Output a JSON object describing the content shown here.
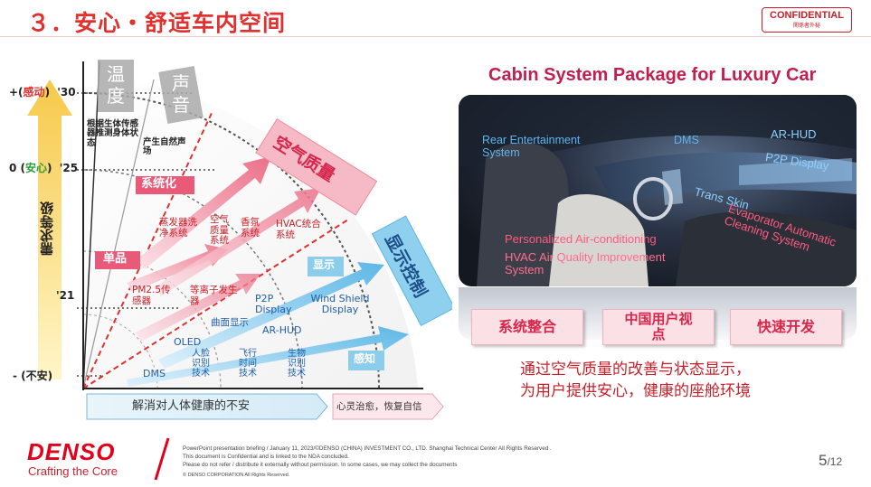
{
  "header": {
    "title": "３．安心・舒适车内空间",
    "confidential_label": "CONFIDENTIAL",
    "confidential_sub": "関係者外秘"
  },
  "diagram": {
    "y_axis": {
      "labels": [
        {
          "prefix": "+(",
          "emph": "感动",
          "suffix": ")",
          "year": "'30"
        },
        {
          "prefix": "0 (",
          "emph": "安心",
          "suffix": ")",
          "year": "'25"
        },
        {
          "prefix": "",
          "emph": "",
          "suffix": "",
          "year": "'21"
        },
        {
          "prefix": "- (不安)",
          "emph": "",
          "suffix": "",
          "year": ""
        }
      ],
      "vertical_text": "需求等级"
    },
    "columns": [
      {
        "head": "温度",
        "desc": "根据生体传感器推测身体状态"
      },
      {
        "head": "声音",
        "desc": "产生自然声场"
      }
    ],
    "air_quality_banner": "空气质量",
    "display_banner": "显示控制",
    "systemize_tag": "系统化",
    "single_tag": "单品",
    "air_items": [
      {
        "text": "蒸发器洗净系统"
      },
      {
        "text": "空气质量系统"
      },
      {
        "text": "香氛系统"
      },
      {
        "text": "HVAC统合系统"
      },
      {
        "text": "PM2.5传感器"
      },
      {
        "text": "等离子发生器"
      }
    ],
    "display_items": [
      {
        "text": "P2P Display"
      },
      {
        "text": "Wind Shield Display"
      },
      {
        "text": "曲面显示"
      },
      {
        "text": "AR-HUD"
      },
      {
        "text": "OLED"
      },
      {
        "text": "DMS"
      },
      {
        "text": "人脸识别技术"
      },
      {
        "text": "飞行时间技术"
      },
      {
        "text": "生物识别技术"
      }
    ],
    "display_tag": "显示",
    "sense_tag": "感知",
    "bottom_arrow1": "解消对人体健康的不安",
    "bottom_arrow2": "心灵治愈，恢复自信"
  },
  "cabin": {
    "title": "Cabin System Package for Luxury Car",
    "labels": {
      "rear": "Rear Entertainment System",
      "dms": "DMS",
      "arhud": "AR-HUD",
      "p2p": "P2P Display",
      "trans": "Trans Skin",
      "evap": "Evaporator Automatic Cleaning System",
      "personal": "Personalized Air-conditioning",
      "hvac": "HVAC Air Quality Improvement System"
    },
    "keys": [
      "系统整合",
      "中国用户视点",
      "快速开发"
    ],
    "conclusion_line1": "通过空气质量的改善与状态显示，",
    "conclusion_line2": "为用户提供安心，健康的座舱环境"
  },
  "footer": {
    "logo": "DENSO",
    "tagline": "Crafting the Core",
    "note1": "PowerPoint presentation briefing  / January 11, 2023/©DENSO (CHINA) INVESTMENT CO., LTD. Shanghai Technical Center All Rights Reserved .",
    "note2": "This document is Confidential and is linked to the NDA concluded.",
    "note3": "Please do not refer / distribute it externally without permission. In some cases, we may collect the documents",
    "note4": "© DENSO CORPORATION All Rights Reserved.",
    "page": "5",
    "total": "/12"
  }
}
